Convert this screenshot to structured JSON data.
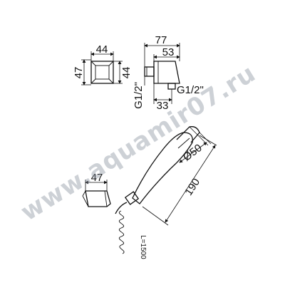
{
  "watermark": "www.aquamir07.ru",
  "colors": {
    "line": "#111111",
    "watermark": "#8a93a0",
    "background": "#ffffff"
  },
  "front_view": {
    "width": "44",
    "height_left": "47",
    "height_right": "44"
  },
  "side_view": {
    "overall": "77",
    "upper": "53",
    "thread_left": "G1/2\"",
    "thread_right": "G1/2\"",
    "offset": "33"
  },
  "holder_view": {
    "width": "47"
  },
  "shower_view": {
    "head_diameter": "Ø50",
    "length": "190",
    "hose_length": "L=1500"
  }
}
